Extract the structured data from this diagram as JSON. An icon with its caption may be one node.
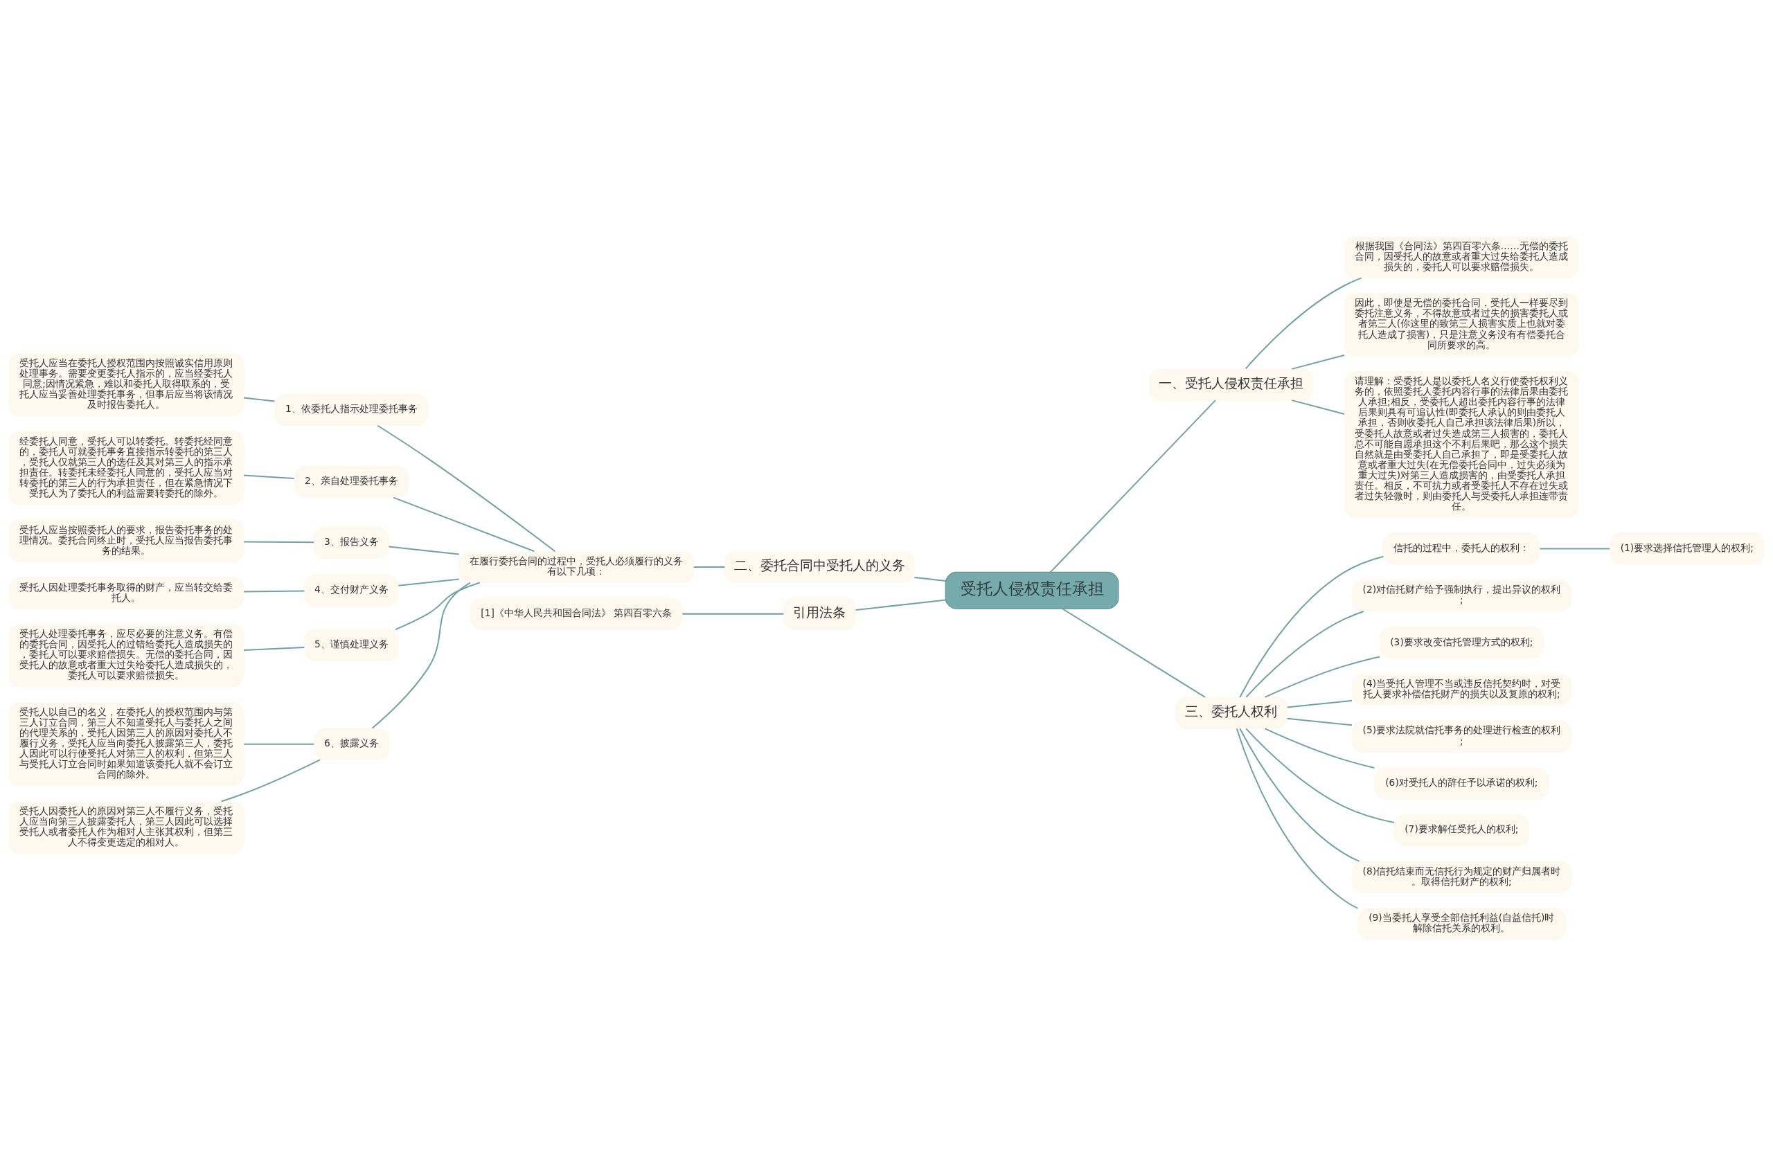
{
  "diagram": {
    "nodes": [
      {
        "text": [
          "受托人侵权责任承担"
        ]
      },
      {
        "text": [
          "一、受托人侵权责任承担"
        ]
      },
      {
        "text": [
          "根据我国《合同法》第四百零六条……无偿的委托合同，因受托人的故意或者重大过失给委托人造成损失的，委托人可以要求赔偿损失。"
        ]
      },
      {
        "text": [
          "因此，即使是无偿的委托合同，受托人一样要尽到委托注意义务，不得故意或者过失的损害委托人或者第三人(你这里的致第三人损害实质上也就对委托人造成了损害)，只是注意义务没有有偿委托合同所要求的高。"
        ]
      },
      {
        "text": [
          "请理解：受委托人是以委托人名义行使委托权利义务的，依照委托人委托内容行事的法律后果由委托人承担;相反，受委托人超出委托内容行事的法律后果则具有可追认性(即委托人承认的则由委托人承担，否则收委托人自己承担该法律后果)所以，受委托人故意或者过失造成第三人损害的，委托人总不可能自愿承担这个不利后果吧，那么这个损失自然就是由受委托人自己承担了，即是受委托人故意或者重大过失(在无偿委托合同中，过失必须为重大过失)对第三人造成损害的，由受委托人承担责任。相反，不可抗力或者受委托人不存在过失或者过失轻微时，则由委托人与受委托人承担连带责任。"
        ]
      },
      {
        "text": [
          "二、委托合同中受托人的义务"
        ]
      },
      {
        "text": [
          "在履行委托合同的过程中，受托人必须履行的义务有以下几项："
        ]
      },
      {
        "text": [
          "1、依委托人指示处理委托事务"
        ]
      },
      {
        "text": [
          "受托人应当在委托人授权范围内按照诚实信用原则处理事务。需要变更委托人指示的，应当经委托人同意;因情况紧急，难以和委托人取得联系的，受托人应当妥善处理委托事务，但事后应当将该情况及时报告委托人。"
        ]
      },
      {
        "text": [
          "2、亲自处理委托事务"
        ]
      },
      {
        "text": [
          "经委托人同意，受托人可以转委托。转委托经同意的，委托人可就委托事务直接指示转委托的第三人，受托人仅就第三人的选任及其对第三人的指示承担责任。转委托未经委托人同意的，受托人应当对转委托的第三人的行为承担责任，但在紧急情况下受托人为了委托人的利益需要转委托的除外。"
        ]
      },
      {
        "text": [
          "3、报告义务"
        ]
      },
      {
        "text": [
          "受托人应当按照委托人的要求，报告委托事务的处理情况。委托合同终止时，受托人应当报告委托事务的结果。"
        ]
      },
      {
        "text": [
          "4、交付财产义务"
        ]
      },
      {
        "text": [
          "受托人因处理委托事务取得的财产，应当转交给委托人。"
        ]
      },
      {
        "text": [
          "5、谨慎处理义务"
        ]
      },
      {
        "text": [
          "受托人处理委托事务，应尽必要的注意义务。有偿的委托合同，因受托人的过错给委托人造成损失的，委托人可以要求赔偿损失。无偿的委托合同，因受托人的故意或者重大过失给委托人造成损失的，委托人可以要求赔偿损失。"
        ]
      },
      {
        "text": [
          "6、披露义务"
        ]
      },
      {
        "text": [
          "受托人以自己的名义，在委托人的授权范围内与第三人订立合同，第三人不知道受托人与委托人之间的代理关系的，受托人因第三人的原因对委托人不履行义务，受托人应当向委托人披露第三人，委托人因此可以行使受托人对第三人的权利，但第三人与受托人订立合同时如果知道该委托人就不会订立合同的除外。"
        ]
      },
      {
        "text": [
          "受托人因委托人的原因对第三人不履行义务，受托人应当向第三人披露委托人，第三人因此可以选择受托人或者委托人作为相对人主张其权利，但第三人不得变更选定的相对人。"
        ]
      },
      {
        "text": [
          "三、委托人权利"
        ]
      },
      {
        "text": [
          "信托的过程中，委托人的权利："
        ]
      },
      {
        "text": [
          "(1)要求选择信托管理人的权利;"
        ]
      },
      {
        "text": [
          "(2)对信托财产给予强制执行，提出异议的权利;"
        ]
      },
      {
        "text": [
          "(3)要求改变信托管理方式的权利;"
        ]
      },
      {
        "text": [
          "(4)当受托人管理不当或违反信托契约时，对受托人要求补偿信托财产的损失以及复原的权利;"
        ]
      },
      {
        "text": [
          "(5)要求法院就信托事务的处理进行检查的权利;"
        ]
      },
      {
        "text": [
          "(6)对受托人的辞任予以承诺的权利;"
        ]
      },
      {
        "text": [
          "(7)要求解任受托人的权利;"
        ]
      },
      {
        "text": [
          "(8)信托结束而无信托行为规定的财产归属者时。取得信托财产的权利;"
        ]
      },
      {
        "text": [
          "(9)当委托人享受全部信托利益(自益信托)时解除信托关系的权利。"
        ]
      },
      {
        "text": [
          "引用法条"
        ]
      },
      {
        "text": [
          "[1]《中华人民共和国合同法》 第四百零六条"
        ]
      }
    ],
    "edges": [
      {
        "from": 0,
        "to": 1,
        "arrow": "none"
      },
      {
        "from": 1,
        "to": 2,
        "arrow": "none"
      },
      {
        "from": 1,
        "to": 3,
        "arrow": "none"
      },
      {
        "from": 1,
        "to": 4,
        "arrow": "none"
      },
      {
        "from": 0,
        "to": 5,
        "arrow": "none"
      },
      {
        "from": 5,
        "to": 6,
        "arrow": "none"
      },
      {
        "from": 6,
        "to": 7,
        "arrow": "none"
      },
      {
        "from": 7,
        "to": 8,
        "arrow": "none"
      },
      {
        "from": 6,
        "to": 9,
        "arrow": "none"
      },
      {
        "from": 9,
        "to": 10,
        "arrow": "none"
      },
      {
        "from": 6,
        "to": 11,
        "arrow": "none"
      },
      {
        "from": 11,
        "to": 12,
        "arrow": "none"
      },
      {
        "from": 6,
        "to": 13,
        "arrow": "none"
      },
      {
        "from": 13,
        "to": 14,
        "arrow": "none"
      },
      {
        "from": 6,
        "to": 15,
        "arrow": "none"
      },
      {
        "from": 15,
        "to": 16,
        "arrow": "none"
      },
      {
        "from": 6,
        "to": 17,
        "arrow": "none"
      },
      {
        "from": 17,
        "to": 18,
        "arrow": "none"
      },
      {
        "from": 17,
        "to": 19,
        "arrow": "none"
      },
      {
        "from": 0,
        "to": 20,
        "arrow": "none"
      },
      {
        "from": 20,
        "to": 21,
        "arrow": "none"
      },
      {
        "from": 21,
        "to": 22,
        "arrow": "none"
      },
      {
        "from": 20,
        "to": 23,
        "arrow": "none"
      },
      {
        "from": 20,
        "to": 24,
        "arrow": "none"
      },
      {
        "from": 20,
        "to": 25,
        "arrow": "none"
      },
      {
        "from": 20,
        "to": 26,
        "arrow": "none"
      },
      {
        "from": 20,
        "to": 27,
        "arrow": "none"
      },
      {
        "from": 20,
        "to": 28,
        "arrow": "none"
      },
      {
        "from": 20,
        "to": 29,
        "arrow": "none"
      },
      {
        "from": 20,
        "to": 30,
        "arrow": "none"
      },
      {
        "from": 0,
        "to": 31,
        "arrow": "none"
      },
      {
        "from": 31,
        "to": 32,
        "arrow": "none"
      }
    ]
  }
}
